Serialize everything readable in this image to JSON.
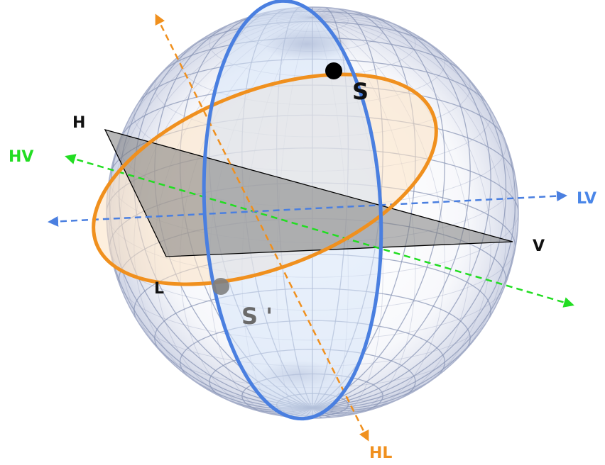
{
  "labels": {
    "H": "H",
    "V": "V",
    "L": "L",
    "S": "S",
    "S_prime": "S '",
    "HV": "HV",
    "LV": "LV",
    "HL": "HL"
  },
  "colors": {
    "sphere_grid": "#8a95b5",
    "sphere_shade": "#c7cde0",
    "orange": "#f0901e",
    "orange_fill": "#fbe2c2",
    "blue": "#4a7fe0",
    "blue_fill": "#d6e4f7",
    "green": "#22dd22",
    "triangle_fill": "#7d7d7d",
    "black": "#000000",
    "grey_point": "#808080",
    "label_dark": "#111111",
    "label_grey": "#6a6a6a",
    "label_blue": "#4a86e8",
    "label_green": "#22dd22",
    "label_orange": "#f0901e"
  }
}
